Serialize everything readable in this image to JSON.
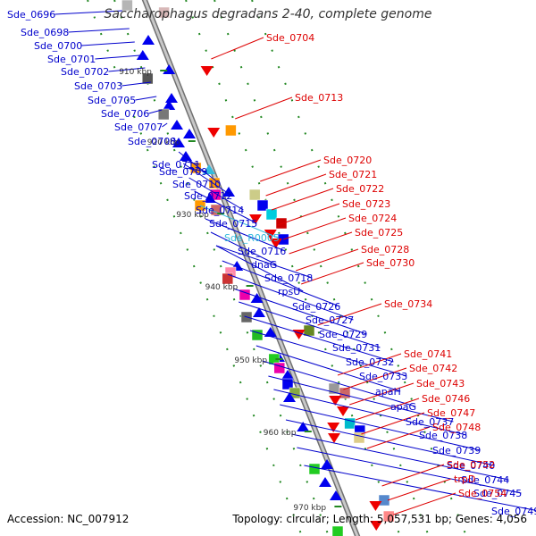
{
  "title": "Saccharophagus degradans 2-40, complete genome",
  "accession": "Accession: NC_007912",
  "summary": "Topology: circular; Length: 5,057,531 bp; Genes: 4,056",
  "colors": {
    "backbone": "#9a9a9a",
    "left_label": "#0000cc",
    "right_label": "#dd0000",
    "rna_label": "#33bbdd",
    "tick": "#228822"
  },
  "ticks": [
    "910 kbp",
    "920 kbp",
    "930 kbp",
    "940 kbp",
    "950 kbp",
    "960 kbp",
    "970 kbp"
  ],
  "left_labels": [
    "Sde_0696",
    "Sde_0698",
    "Sde_0700",
    "Sde_0701",
    "Sde_0702",
    "Sde_0703",
    "Sde_0705",
    "Sde_0706",
    "Sde_0707",
    "Sde_0708",
    "Sde_0711",
    "Sde_0709",
    "Sde_0710",
    "Sde_0712",
    "Sde_0714",
    "Sde_0715",
    "Sde_R0005",
    "Sde_0716",
    "dnaG",
    "Sde_0718",
    "rpsU",
    "Sde_0726",
    "Sde_0727",
    "Sde_0729",
    "Sde_0731",
    "Sde_0732",
    "Sde_0733",
    "apaH",
    "apaG",
    "Sde_0737",
    "Sde_0738",
    "Sde_0739",
    "Sde_0740",
    "Sde_0744",
    "Sde_0745",
    "Sde_0749"
  ],
  "right_labels": [
    "Sde_0704",
    "Sde_0713",
    "Sde_0720",
    "Sde_0721",
    "Sde_0722",
    "Sde_0723",
    "Sde_0724",
    "Sde_0725",
    "Sde_0728",
    "Sde_0730",
    "Sde_0734",
    "Sde_0741",
    "Sde_0742",
    "Sde_0743",
    "Sde_0746",
    "Sde_0747",
    "Sde_0748",
    "Sde_0752",
    "trpD",
    "Sde_0754"
  ]
}
